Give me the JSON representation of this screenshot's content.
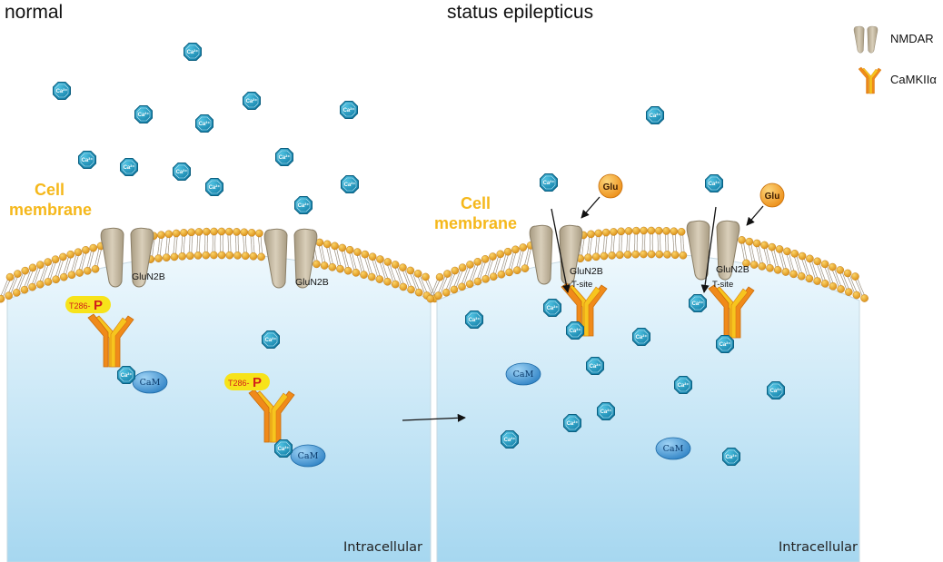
{
  "titles": {
    "left": "normal",
    "right": "status epilepticus"
  },
  "membrane_label": "Cell\nmembrane",
  "intracellular_label": "Intracellular",
  "legend": [
    {
      "label": "NMDAR",
      "icon": "nmdar-icon"
    },
    {
      "label": "CaMKIIα",
      "icon": "camkii-icon"
    }
  ],
  "labels": {
    "glun2b": "GluN2B",
    "t_site": "T-site",
    "glu": "Glu",
    "cam": "CaM",
    "ca": "Ca²⁺",
    "t286": "T286-",
    "phospho": "P"
  },
  "colors": {
    "calcium": "#1a8fb8",
    "lipid_head": "#e8a420",
    "receptor": "#c8bca4",
    "kinase_orange": "#f08a1a",
    "kinase_yellow": "#f7c51e",
    "cytoplasm_top": "#e9f6fc",
    "cytoplasm_bottom": "#a9d9f1",
    "membrane_label": "#f5b81c",
    "phospho_label_bg": "#f7e31a",
    "phospho_text": "#d2201a",
    "cam": "#2f8fcf",
    "glu": "#f29a1c"
  }
}
